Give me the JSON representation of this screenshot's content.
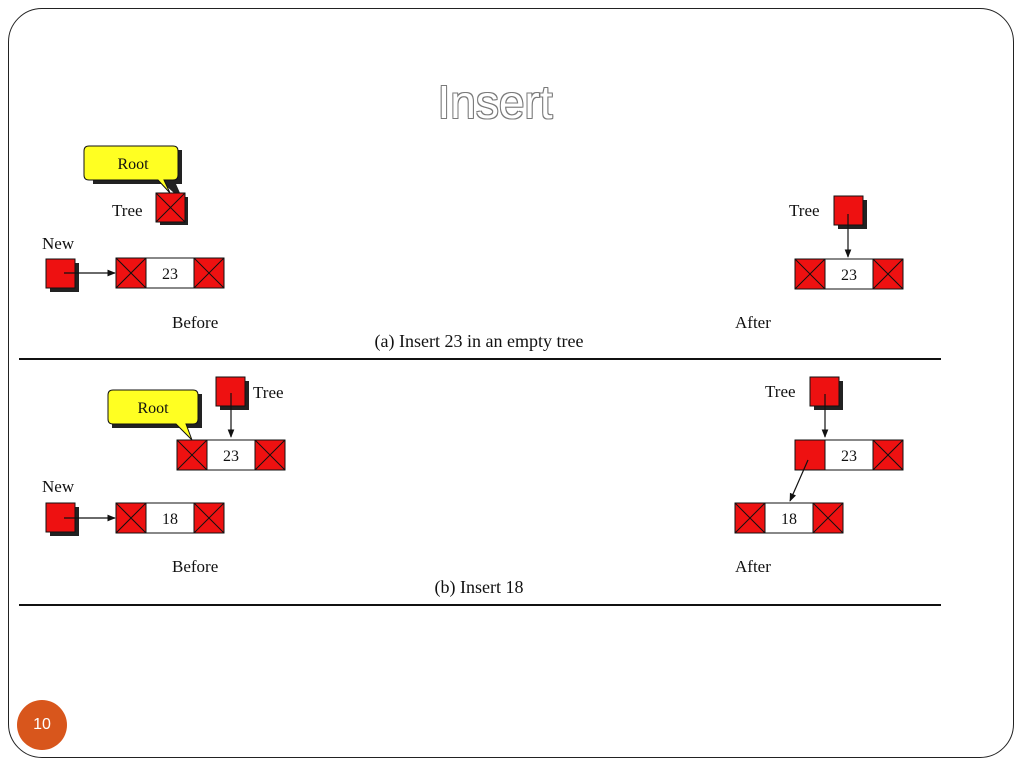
{
  "slide": {
    "title": "Insert",
    "page_number": "10"
  },
  "colors": {
    "node": "#ee1111",
    "callout": "#ffff22",
    "badge": "#d8561c"
  },
  "panel_a": {
    "root_label": "Root",
    "tree_label_before": "Tree",
    "new_label": "New",
    "new_node_value": "23",
    "before_label": "Before",
    "tree_label_after": "Tree",
    "after_node_value": "23",
    "after_label": "After",
    "caption": "(a) Insert 23 in an empty tree"
  },
  "panel_b": {
    "tree_label_before": "Tree",
    "root_label": "Root",
    "root_node_value": "23",
    "new_label": "New",
    "new_node_value": "18",
    "before_label": "Before",
    "tree_label_after": "Tree",
    "after_root_value": "23",
    "after_child_value": "18",
    "after_label": "After",
    "caption": "(b) Insert 18"
  }
}
